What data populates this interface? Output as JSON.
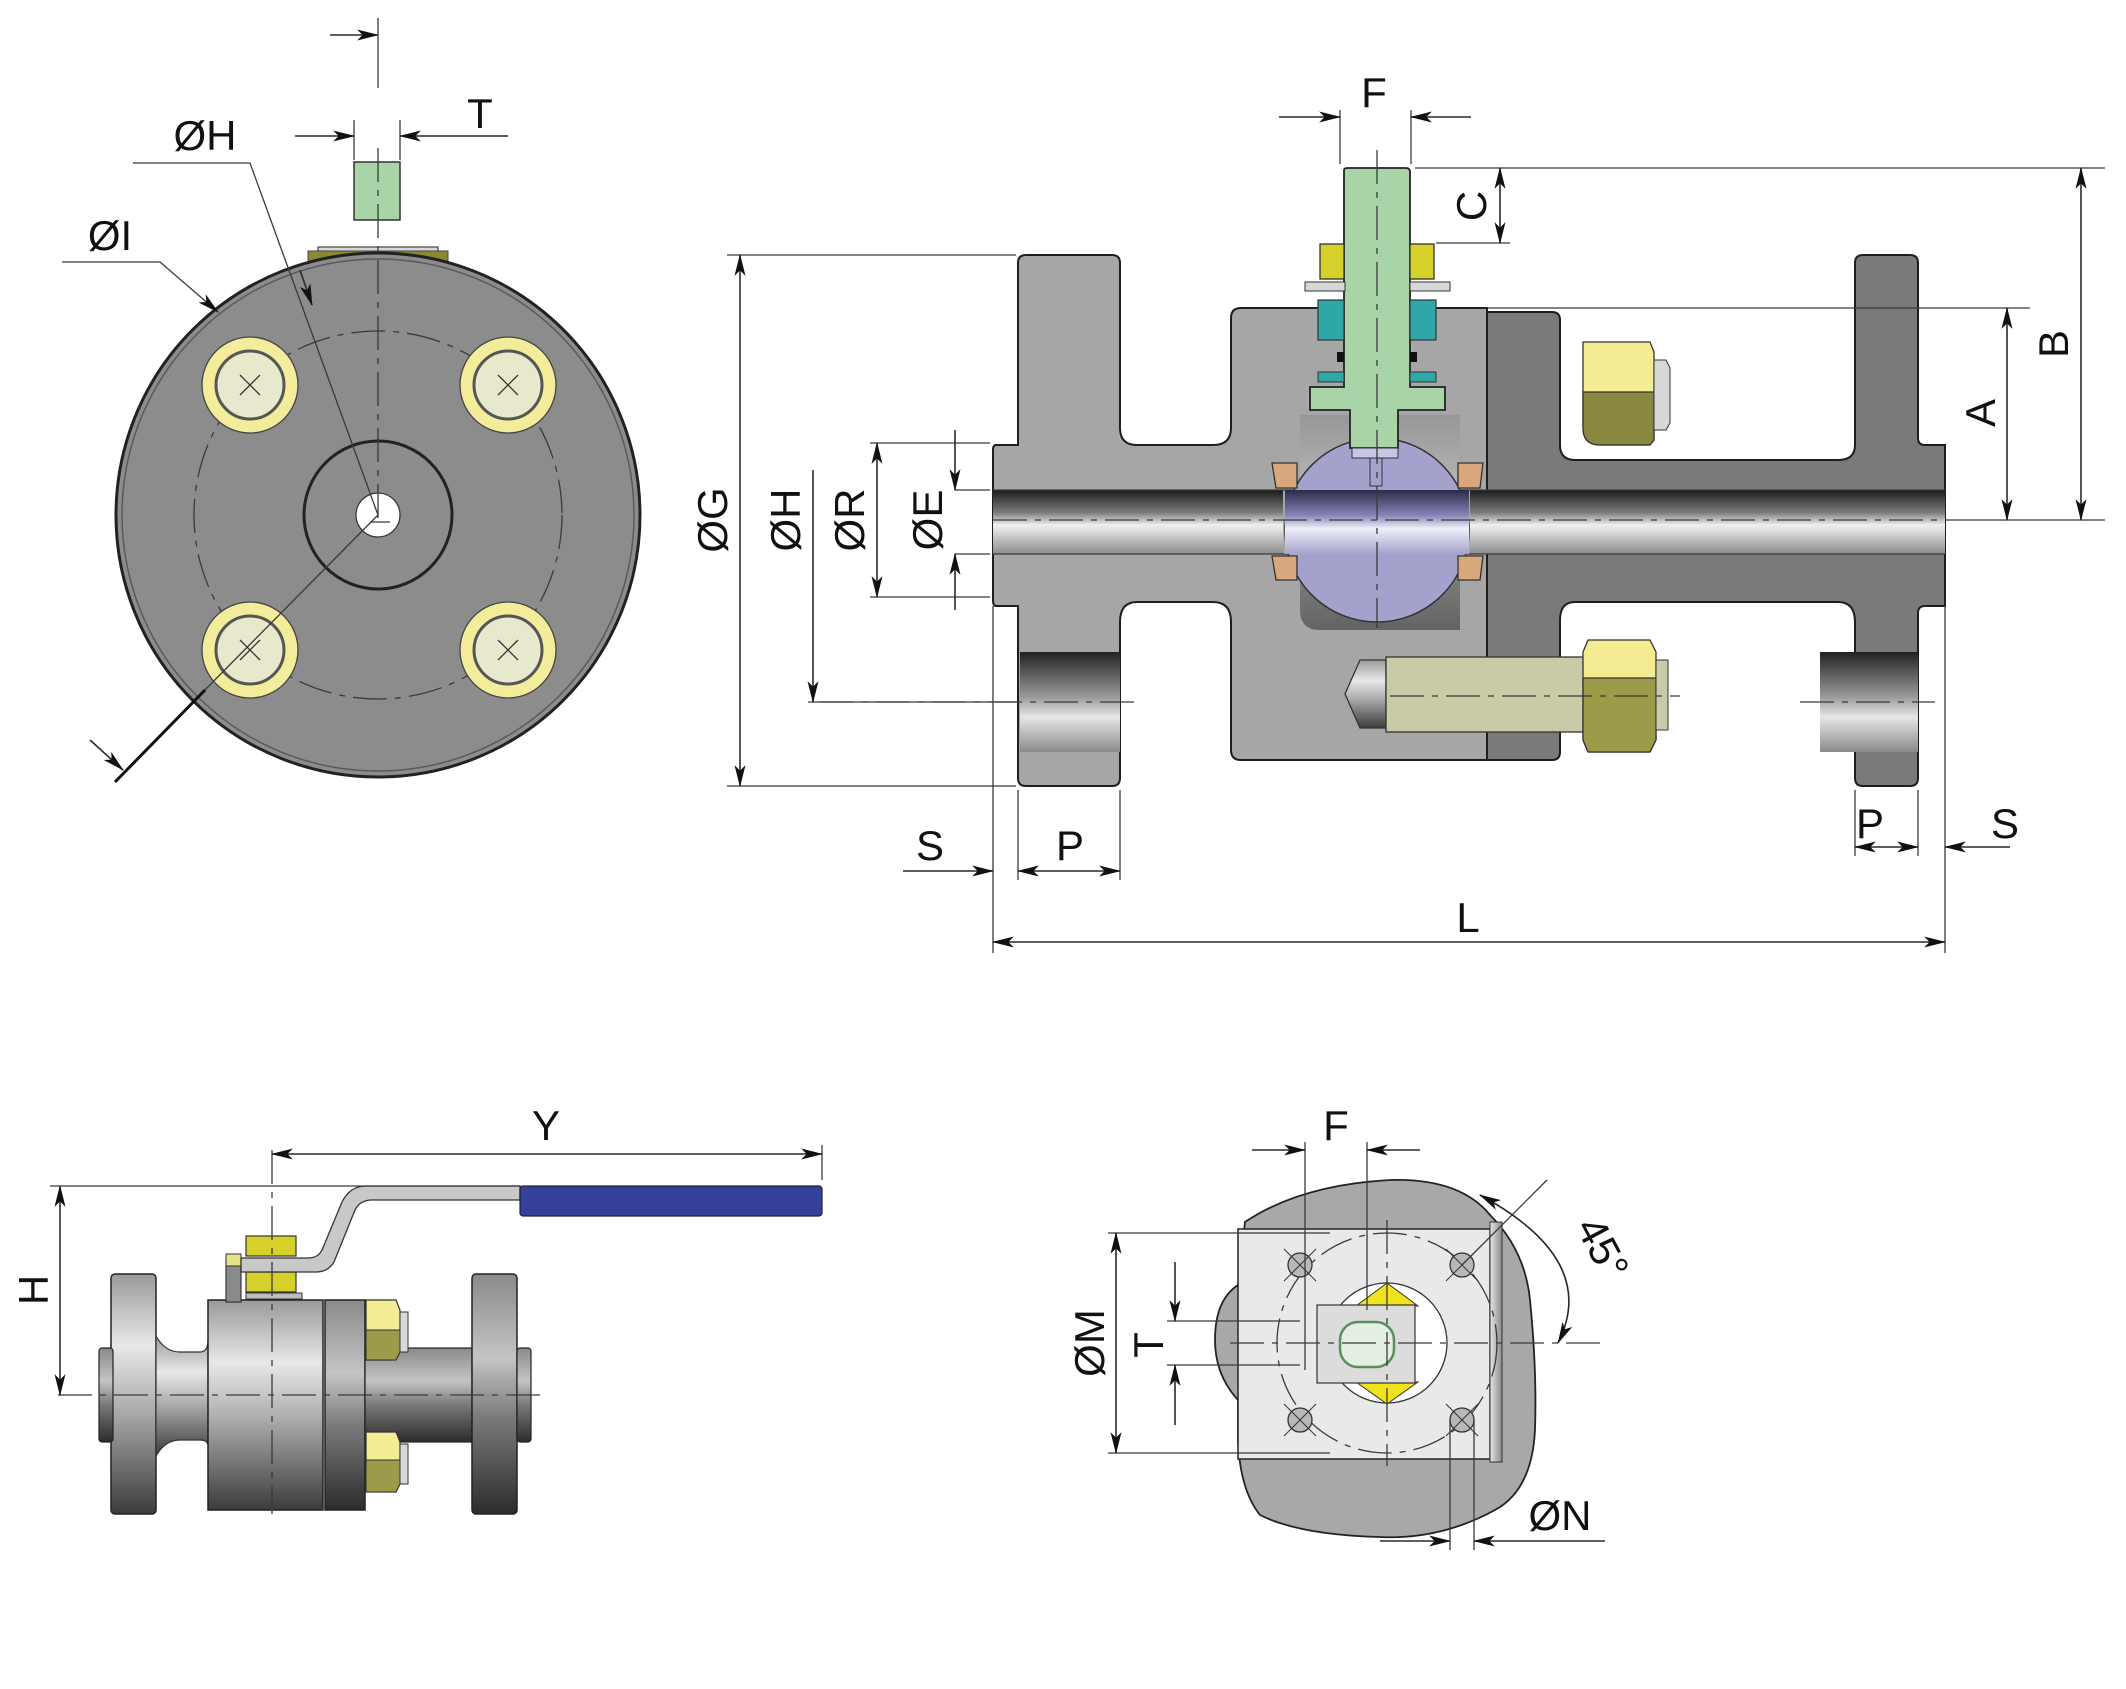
{
  "drawing": {
    "title": "Forged steel floating ball valve — dimensional drawing",
    "views": {
      "end_view": {
        "labels": {
          "bolt_hole_dia": "ØI",
          "bolt_circle_dia": "ØH",
          "stem_flat": "T"
        }
      },
      "section_view": {
        "labels": {
          "stem_width": "F",
          "stem_top_height": "C",
          "center_to_body_top": "A",
          "center_to_stem_top": "B",
          "flange_od": "ØG",
          "bolt_circle": "ØH",
          "raised_face": "ØR",
          "bore": "ØE",
          "raised_face_thk_left": "S",
          "flange_thk_left": "P",
          "flange_thk_right": "P",
          "raised_face_thk_right": "S",
          "face_to_face": "L"
        }
      },
      "handle_view": {
        "labels": {
          "handle_length": "Y",
          "handle_height": "H"
        }
      },
      "top_pad_view": {
        "labels": {
          "stem_width": "F",
          "stem_flat": "T",
          "mounting_pcd": "ØM",
          "mounting_hole": "ØN",
          "angle": "45°"
        }
      }
    },
    "colors": {
      "body_light": "#a6a6a6",
      "body_dark": "#7a7a7a",
      "end_face": "#8c8c8c",
      "stem": "#a8d4a8",
      "ball": "#a4a2cc",
      "seat": "#d9a77c",
      "packing": "#2fa7a8",
      "gland_nut": "#d6d12a",
      "stud_nut": "#f3ec92",
      "stud_nut_dark": "#888841",
      "stud": "#c8cba6",
      "bolt_washer": "#f2ec9a",
      "handle": "#c8c8c8",
      "handle_grip": "#344099"
    }
  }
}
